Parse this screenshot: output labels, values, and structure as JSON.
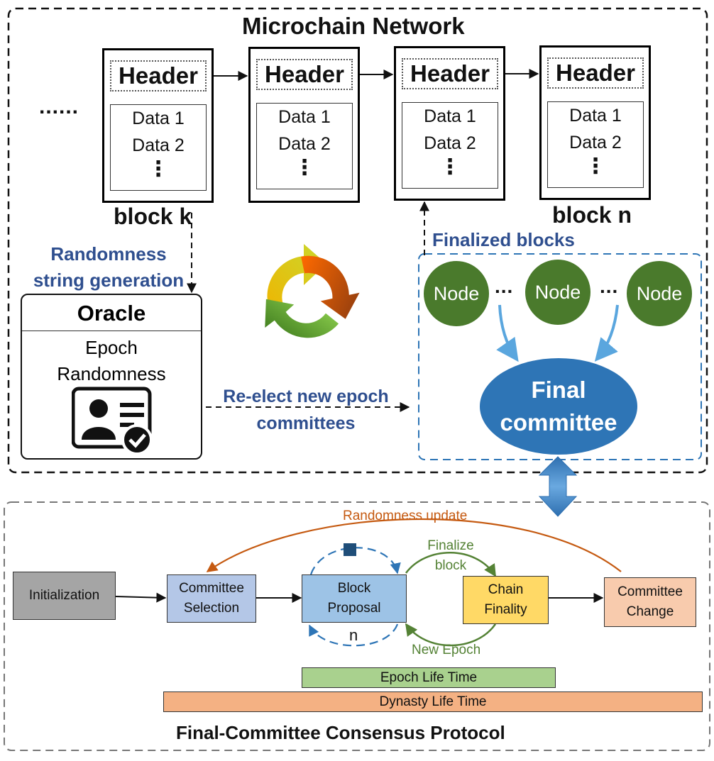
{
  "network": {
    "title": "Microchain Network",
    "leading_dots": "......",
    "blocks": [
      {
        "header": "Header",
        "data": [
          "Data 1",
          "Data 2"
        ],
        "label": "block k"
      },
      {
        "header": "Header",
        "data": [
          "Data 1",
          "Data 2"
        ],
        "label": ""
      },
      {
        "header": "Header",
        "data": [
          "Data 1",
          "Data 2"
        ],
        "label": ""
      },
      {
        "header": "Header",
        "data": [
          "Data 1",
          "Data 2"
        ],
        "label": "block n"
      }
    ],
    "randomness_label": [
      "Randomness",
      "string generation"
    ],
    "oracle": {
      "title": "Oracle",
      "lines": [
        "Epoch",
        "Randomness"
      ]
    },
    "reelect_label": [
      "Re-elect new epoch",
      "committees"
    ],
    "finalized_label": "Finalized blocks",
    "nodes": [
      "Node",
      "Node",
      "Node"
    ],
    "node_dots": "...",
    "final_committee": [
      "Final",
      "committee"
    ]
  },
  "protocol": {
    "title": "Final-Committee Consensus Protocol",
    "steps": {
      "init": "Initialization",
      "selection": [
        "Committee",
        "Selection"
      ],
      "proposal": [
        "Block",
        "Proposal"
      ],
      "finality": [
        "Chain",
        "Finality"
      ],
      "change": [
        "Committee",
        "Change"
      ]
    },
    "randomness_update": "Randomness update",
    "finalize_block": [
      "Finalize",
      "block"
    ],
    "new_epoch": "New Epoch",
    "loop_n": "n",
    "epoch_life": "Epoch Life Time",
    "dynasty_life": "Dynasty Life Time"
  },
  "colors": {
    "title_blue": "#2f4f8f",
    "node_green": "#4a7a2c",
    "committee_blue": "#2e75b6",
    "randomness_orange": "#c55a11",
    "epoch_green": "#548235",
    "init_gray": "#a5a5a5",
    "selection_blue": "#b4c7e7",
    "proposal_blue": "#9dc3e6",
    "finality_yellow": "#ffd966",
    "change_peach": "#f8cbad",
    "epoch_bar": "#a9d18e",
    "dynasty_bar": "#f4b183"
  }
}
